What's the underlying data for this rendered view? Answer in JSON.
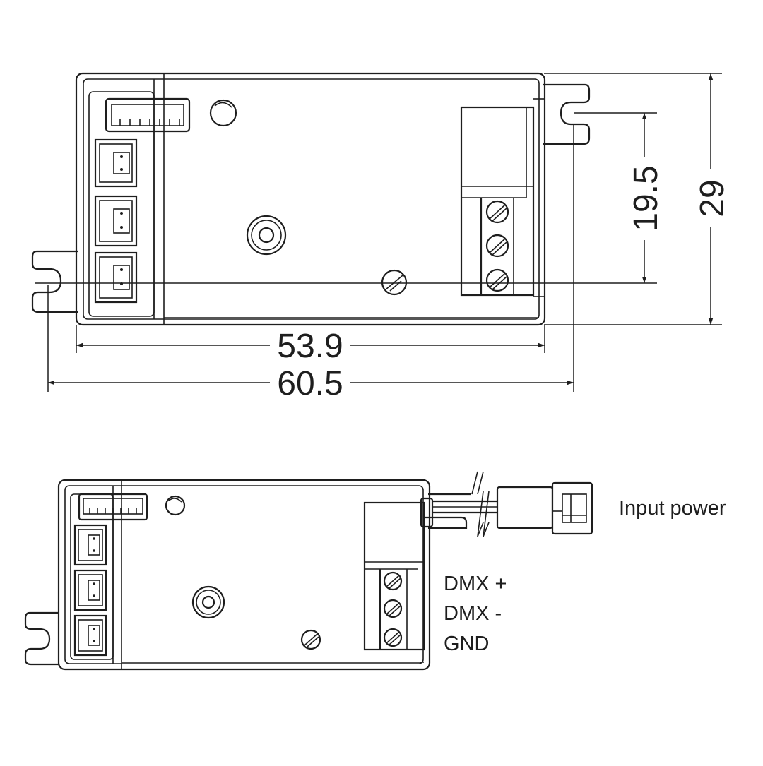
{
  "colors": {
    "line": "#1e1e1e",
    "background": "#ffffff"
  },
  "top_view": {
    "dimensions": {
      "inner_width": "53.9",
      "overall_width": "60.5",
      "inner_height": "19.5",
      "overall_height": "29"
    }
  },
  "bottom_view": {
    "labels": {
      "input_power": "Input power",
      "dmx_plus": "DMX +",
      "dmx_minus": "DMX -",
      "gnd": "GND"
    }
  }
}
